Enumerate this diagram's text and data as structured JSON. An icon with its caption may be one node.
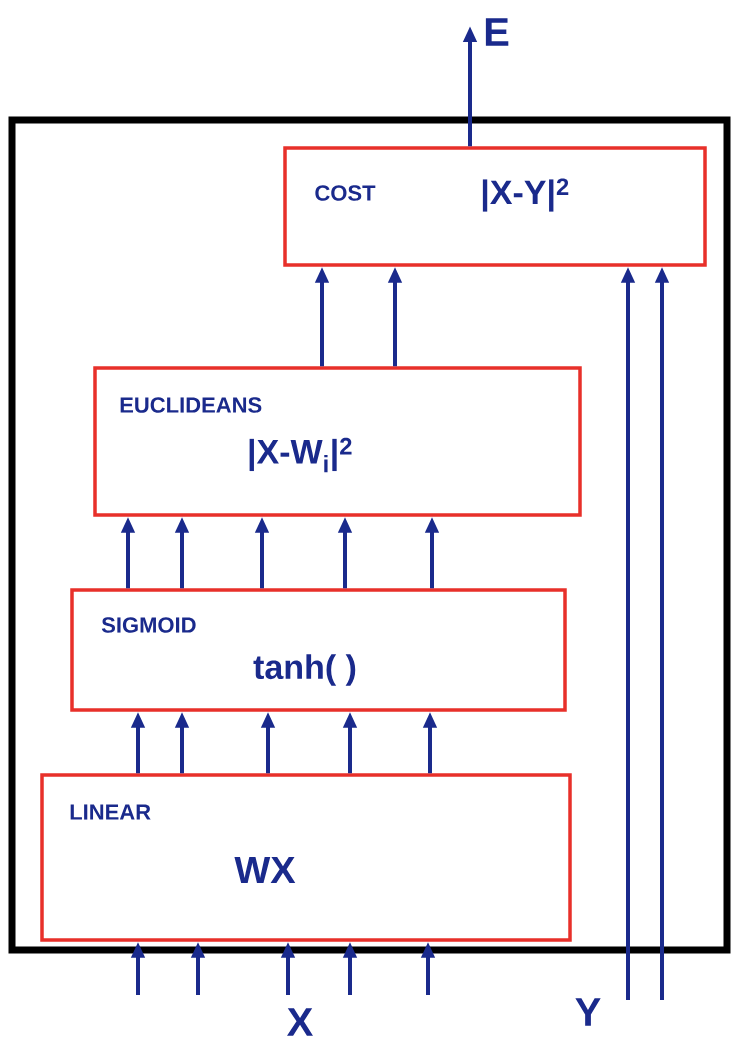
{
  "diagram": {
    "nodes": [
      {
        "text": [],
        "shape": "box"
      },
      {
        "text": [
          "COST",
          "|X-Y|$^{2}$"
        ],
        "in": 0
      },
      {
        "text": [
          "EUCLIDEANS",
          "|X-W$_{i}$|$^{2}$"
        ],
        "in": 0
      },
      {
        "text": [
          "SIGMOID",
          "tanh( )"
        ],
        "in": 0
      },
      {
        "text": [
          "LINEAR",
          "WX"
        ],
        "in": 0
      },
      {
        "text": [
          "E"
        ]
      }
    ],
    "edges": [
      {
        "from": 1,
        "to": 5,
        "arrow": "to"
      },
      {
        "from": 2,
        "to": 1,
        "arrow": "to"
      },
      {
        "from": 2,
        "to": 1,
        "arrow": "to"
      },
      {
        "from": 3,
        "to": 2,
        "arrow": "to"
      },
      {
        "from": 3,
        "to": 2,
        "arrow": "to"
      },
      {
        "from": 3,
        "to": 2,
        "arrow": "to"
      },
      {
        "from": 3,
        "to": 2,
        "arrow": "to"
      },
      {
        "from": 3,
        "to": 2,
        "arrow": "to"
      },
      {
        "from": 4,
        "to": 3,
        "arrow": "to"
      },
      {
        "from": 4,
        "to": 3,
        "arrow": "to"
      },
      {
        "from": 4,
        "to": 3,
        "arrow": "to"
      },
      {
        "from": 4,
        "to": 3,
        "arrow": "to"
      },
      {
        "from": 4,
        "to": 3,
        "arrow": "to"
      },
      {
        "from": null,
        "to": 4,
        "arrow": "to"
      },
      {
        "from": null,
        "to": 4,
        "arrow": "to"
      },
      {
        "from": null,
        "to": 4,
        "arrow": "to"
      },
      {
        "from": null,
        "to": 4,
        "arrow": "to"
      },
      {
        "from": null,
        "to": 4,
        "arrow": "to"
      },
      {
        "from": null,
        "to": 1,
        "arrow": "to"
      },
      {
        "from": null,
        "to": 1,
        "arrow": "to"
      }
    ],
    "labels": [
      "X",
      "Y"
    ]
  }
}
